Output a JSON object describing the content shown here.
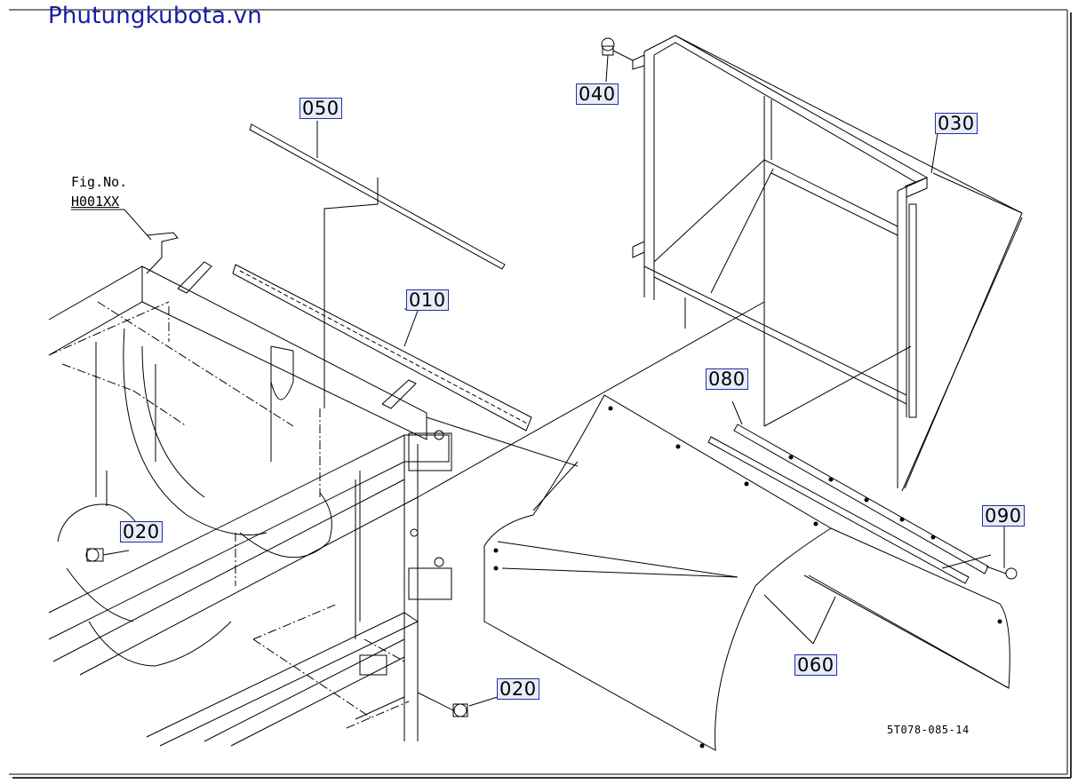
{
  "watermark": "Phutungkubota.vn",
  "fig_ref": {
    "label": "Fig.No.",
    "code": "H001XX"
  },
  "callouts": {
    "c010": "010",
    "c020a": "020",
    "c020b": "020",
    "c030": "030",
    "c040": "040",
    "c050": "050",
    "c060": "060",
    "c080": "080",
    "c090": "090"
  },
  "drawing_number": "5T078-085-14",
  "colors": {
    "ink": "#000000",
    "watermark": "#1a1aa6",
    "callout_border": "#2030a0",
    "callout_fill": "#e9ecf7"
  }
}
